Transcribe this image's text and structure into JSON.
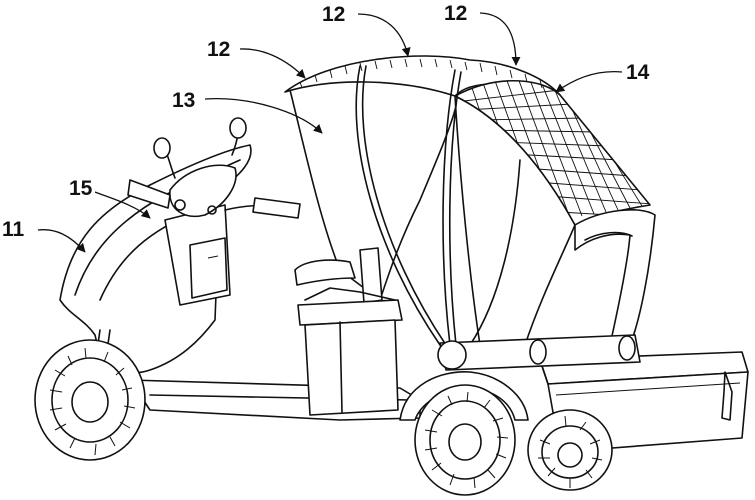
{
  "figure": {
    "labels": [
      {
        "id": "11",
        "text": "11"
      },
      {
        "id": "15",
        "text": "15"
      },
      {
        "id": "13",
        "text": "13"
      },
      {
        "id": "12a",
        "text": "12"
      },
      {
        "id": "12b",
        "text": "12"
      },
      {
        "id": "12c",
        "text": "12"
      },
      {
        "id": "14",
        "text": "14"
      }
    ]
  }
}
